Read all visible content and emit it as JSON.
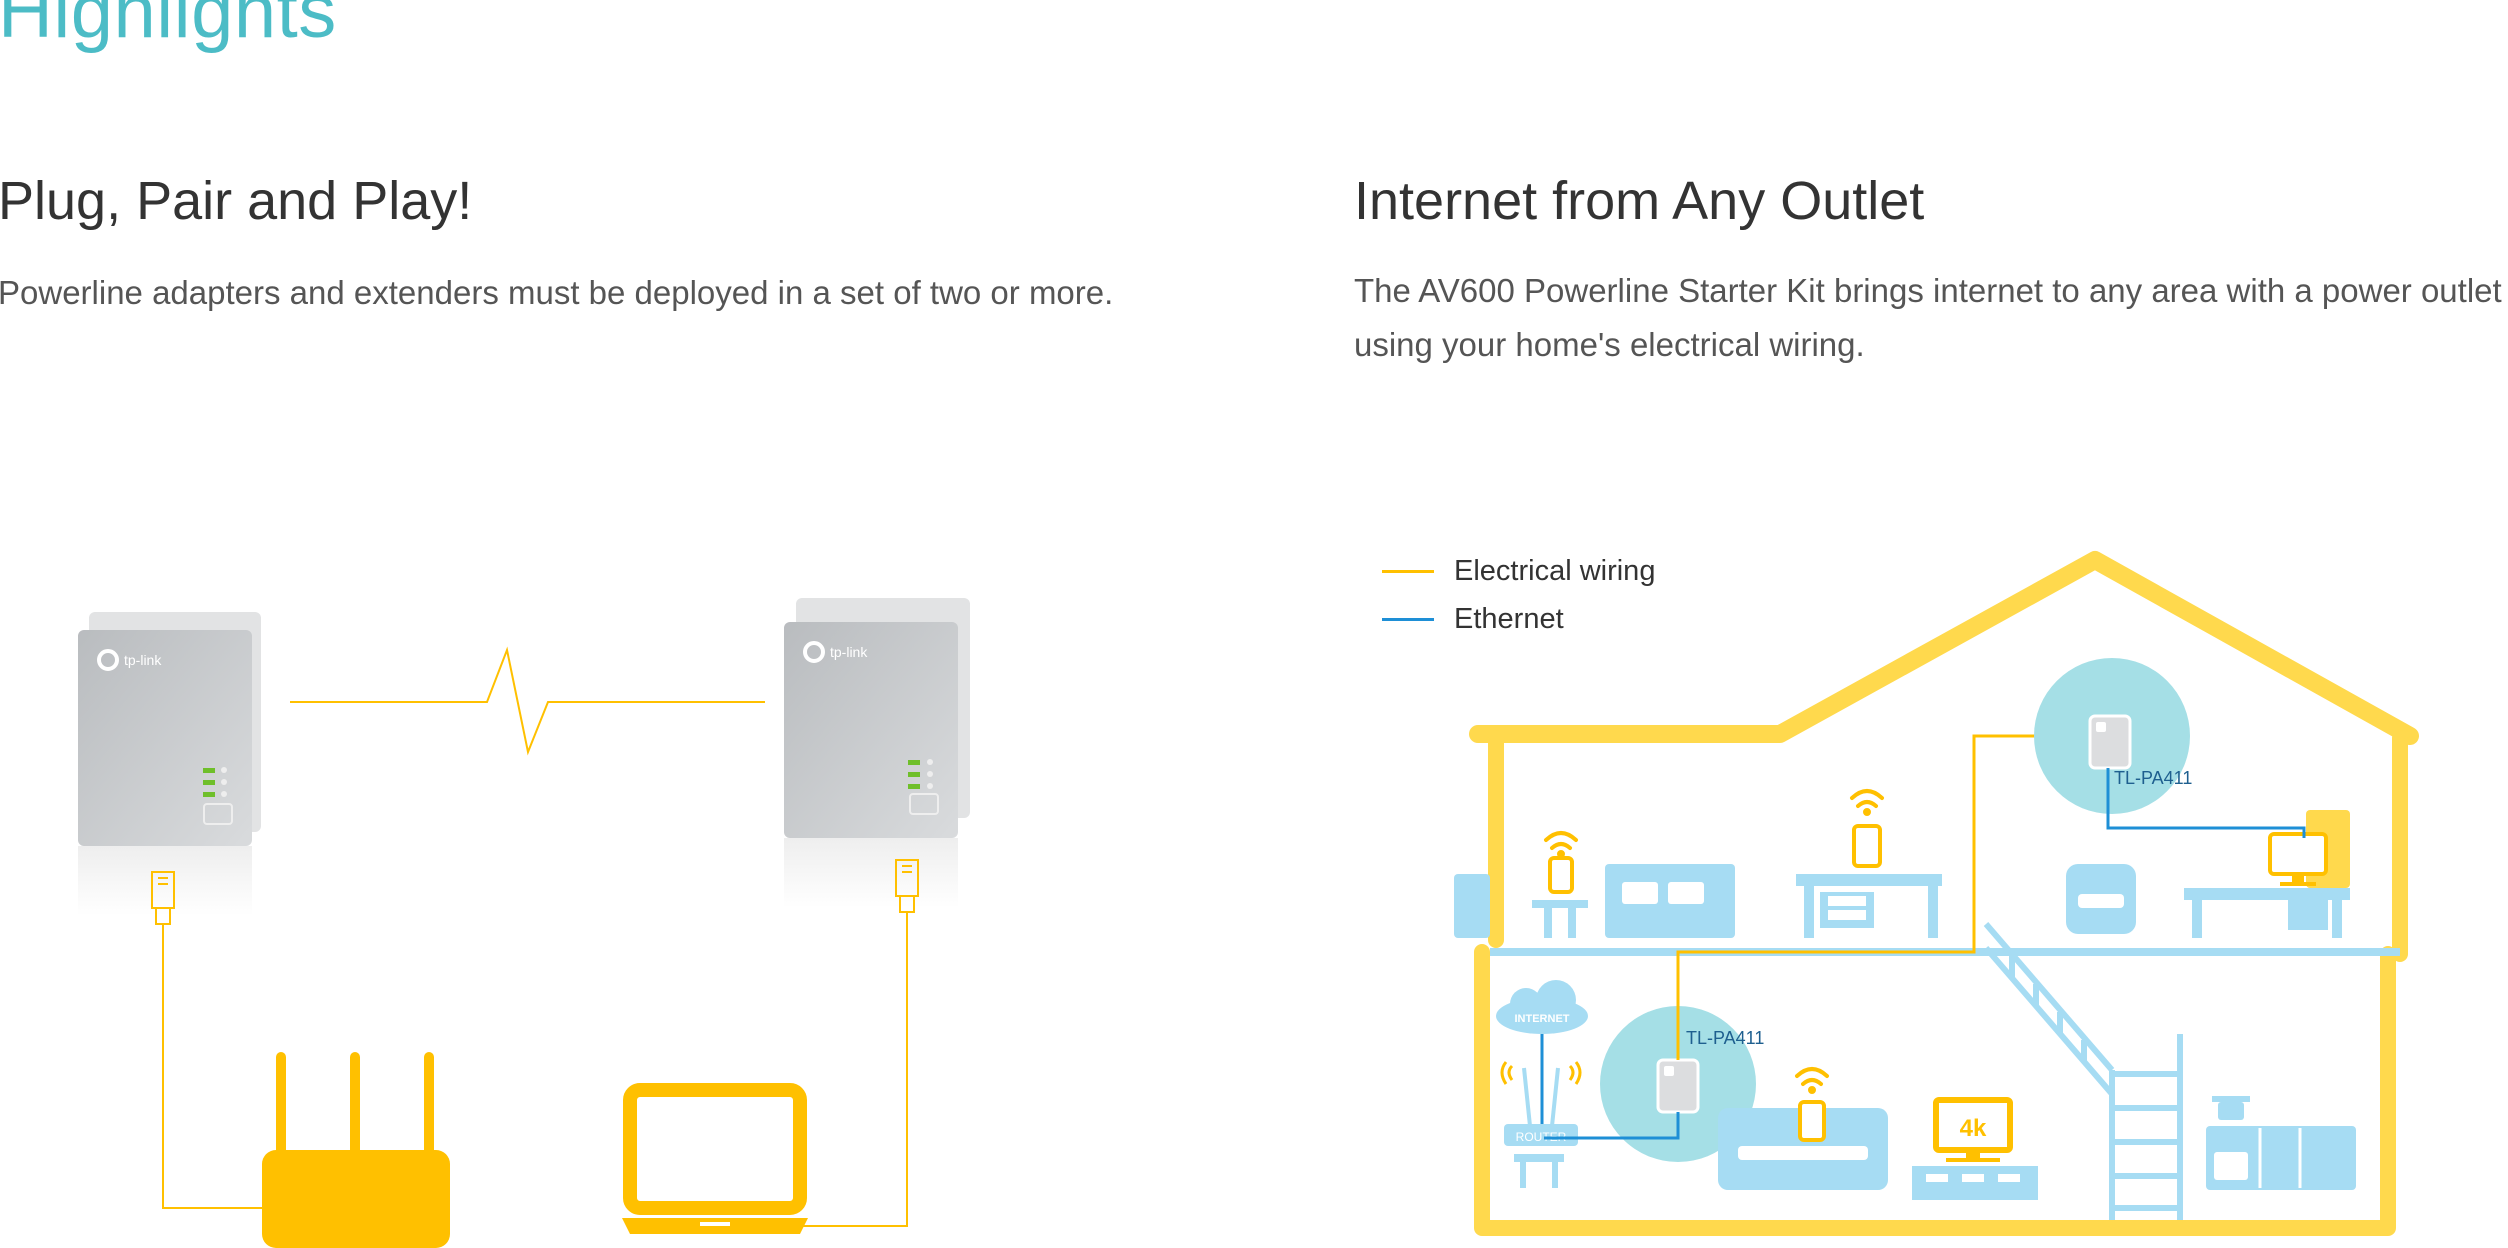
{
  "page": {
    "title": "Highlights"
  },
  "left": {
    "heading": "Plug, Pair and Play!",
    "text": "Powerline adapters and extenders must be deployed in a set of two or more."
  },
  "right": {
    "heading": "Internet from Any Outlet",
    "text": "The AV600 Powerline Starter Kit brings internet to any area with a power outlet using your home's electrical wiring."
  },
  "legend": {
    "electrical": "Electrical wiring",
    "ethernet": "Ethernet"
  },
  "diagram_labels": {
    "adapter_upstairs": "TL-PA411",
    "adapter_downstairs": "TL-PA411",
    "internet": "INTERNET",
    "router": "ROUTER",
    "tv": "4k",
    "brand": "tp-link"
  },
  "colors": {
    "accent": "#4cbcc6",
    "electrical": "#ffc000",
    "ethernet": "#1e8fd6",
    "furniture": "#a6dcf3",
    "house": "#ffd94d",
    "bubble": "#a5dfe6"
  }
}
